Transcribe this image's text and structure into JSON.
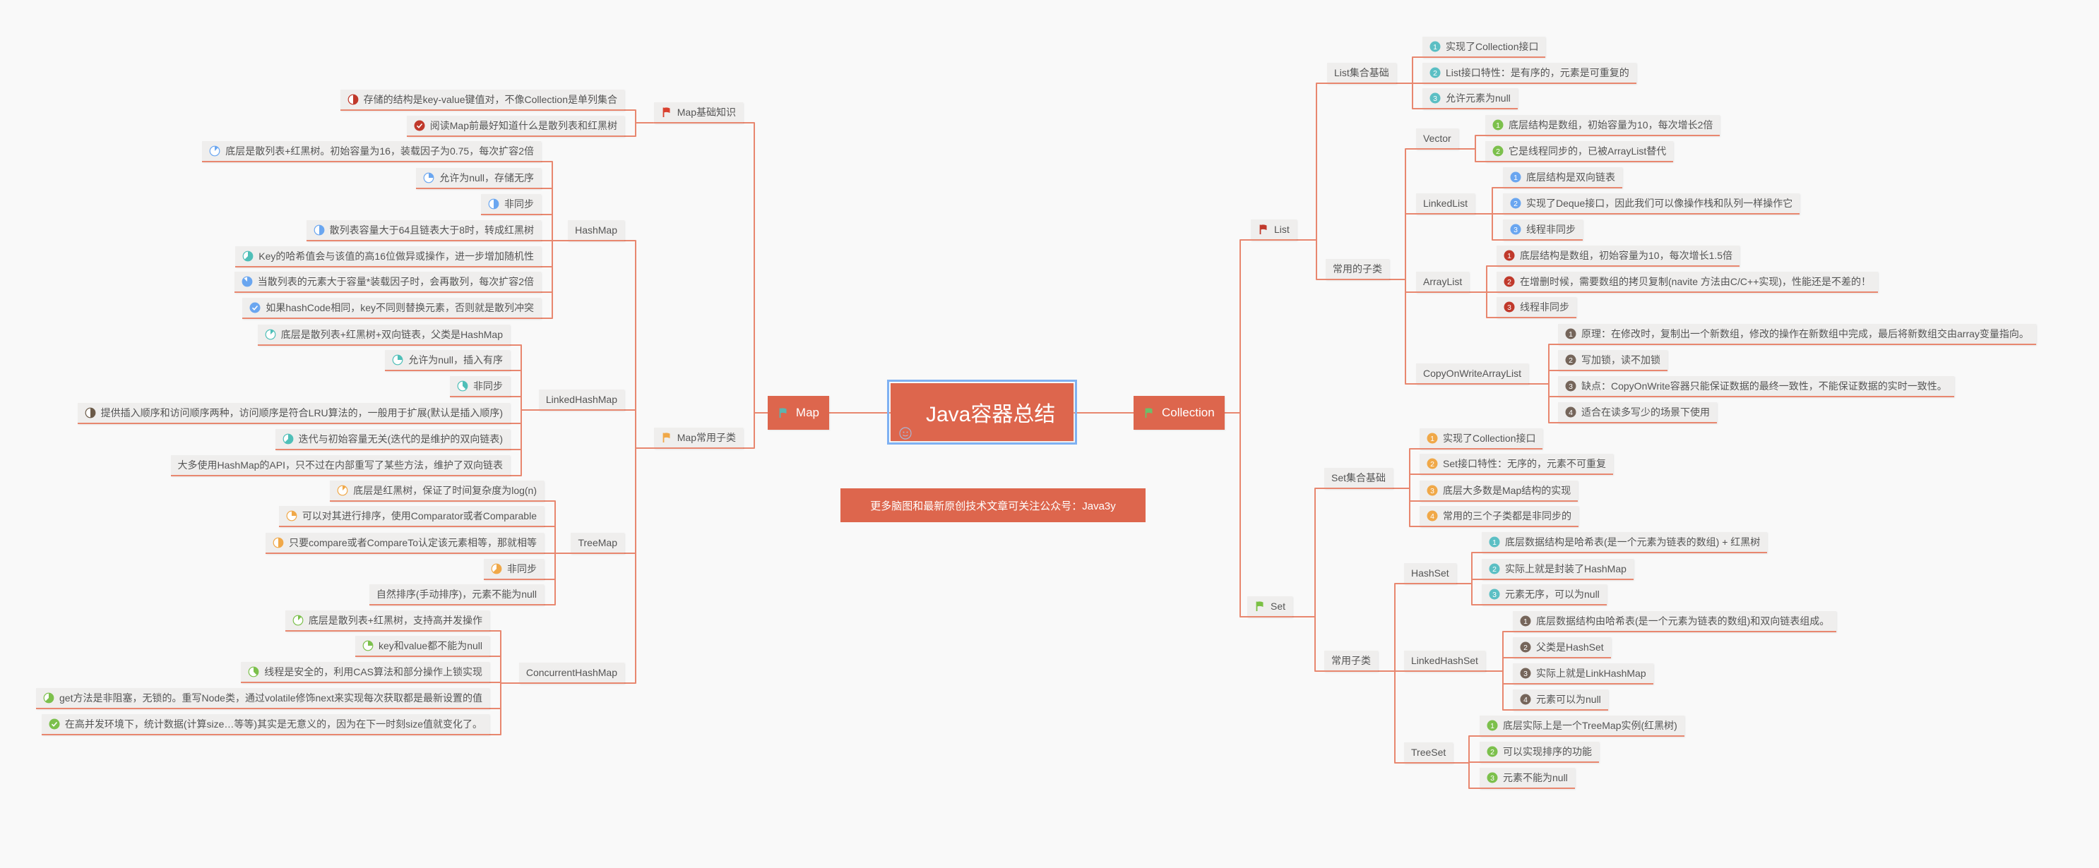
{
  "mind_map": {
    "root": {
      "label": "Java容器总结",
      "icon": {
        "type": "smiley",
        "color": "#a9b7d6"
      }
    },
    "banner": "更多脑图和最新原创技术文章可关注公众号：Java3y",
    "colors": {
      "main": "#dd664d",
      "topic_bg": "#efeeed",
      "line": "#e8876f",
      "selection": "#7fb1f2"
    },
    "branches": [
      {
        "label": "Map",
        "icon": {
          "type": "flag",
          "color": "#5bb5b0"
        },
        "children": [
          {
            "label": "Map基础知识",
            "icon": {
              "type": "flag",
              "color": "#d9412f"
            },
            "children": [
              {
                "label": "存储的结构是key-value键值对，不像Collection是单列集合",
                "icon": {
                  "type": "pie",
                  "value": 0.5,
                  "color": "#c0392b"
                }
              },
              {
                "label": "阅读Map前最好知道什么是散列表和红黑树",
                "icon": {
                  "type": "check",
                  "color": "#c0392b"
                }
              }
            ]
          },
          {
            "label": "Map常用子类",
            "icon": {
              "type": "flag",
              "color": "#f0a848"
            },
            "children": [
              {
                "label": "HashMap",
                "children": [
                  {
                    "label": "底层是散列表+红黑树。初始容量为16，装载因子为0.75，每次扩容2倍",
                    "icon": {
                      "type": "pie",
                      "value": 0.125,
                      "color": "#6aa6f0"
                    }
                  },
                  {
                    "label": "允许为null，存储无序",
                    "icon": {
                      "type": "pie",
                      "value": 0.25,
                      "color": "#6aa6f0"
                    }
                  },
                  {
                    "label": "非同步",
                    "icon": {
                      "type": "pie",
                      "value": 0.5,
                      "color": "#6aa6f0"
                    }
                  },
                  {
                    "label": "散列表容量大于64且链表大于8时，转成红黑树",
                    "icon": {
                      "type": "pie",
                      "value": 0.5,
                      "color": "#6aa6f0"
                    }
                  },
                  {
                    "label": "Key的哈希值会与该值的高16位做异或操作，进一步增加随机性",
                    "icon": {
                      "type": "pie",
                      "value": 0.625,
                      "color": "#4fbfb8"
                    }
                  },
                  {
                    "label": "当散列表的元素大于容量*装载因子时，会再散列，每次扩容2倍",
                    "icon": {
                      "type": "pie",
                      "value": 0.875,
                      "color": "#6aa6f0"
                    }
                  },
                  {
                    "label": "如果hashCode相同，key不同则替换元素，否则就是散列冲突",
                    "icon": {
                      "type": "check",
                      "color": "#6aa6f0"
                    }
                  }
                ]
              },
              {
                "label": "LinkedHashMap",
                "children": [
                  {
                    "label": "底层是散列表+红黑树+双向链表，父类是HashMap",
                    "icon": {
                      "type": "pie",
                      "value": 0.125,
                      "color": "#4fbfb8"
                    }
                  },
                  {
                    "label": "允许为null，插入有序",
                    "icon": {
                      "type": "pie",
                      "value": 0.25,
                      "color": "#4fbfb8"
                    }
                  },
                  {
                    "label": "非同步",
                    "icon": {
                      "type": "pie",
                      "value": 0.375,
                      "color": "#4fbfb8"
                    }
                  },
                  {
                    "label": "提供插入顺序和访问顺序两种，访问顺序是符合LRU算法的，一般用于扩展(默认是插入顺序)",
                    "icon": {
                      "type": "pie",
                      "value": 0.5,
                      "color": "#6b5a48"
                    }
                  },
                  {
                    "label": "迭代与初始容量无关(迭代的是维护的双向链表)",
                    "icon": {
                      "type": "pie",
                      "value": 0.625,
                      "color": "#4fbfb8"
                    }
                  },
                  {
                    "label": "大多使用HashMap的API，只不过在内部重写了某些方法，维护了双向链表"
                  }
                ]
              },
              {
                "label": "TreeMap",
                "children": [
                  {
                    "label": "底层是红黑树，保证了时间复杂度为log(n)",
                    "icon": {
                      "type": "pie",
                      "value": 0.125,
                      "color": "#f0a848"
                    }
                  },
                  {
                    "label": "可以对其进行排序，使用Comparator或者Comparable",
                    "icon": {
                      "type": "pie",
                      "value": 0.25,
                      "color": "#f0a848"
                    }
                  },
                  {
                    "label": "只要compare或者CompareTo认定该元素相等，那就相等",
                    "icon": {
                      "type": "pie",
                      "value": 0.5,
                      "color": "#f0a848"
                    }
                  },
                  {
                    "label": "非同步",
                    "icon": {
                      "type": "pie",
                      "value": 0.625,
                      "color": "#f0a848"
                    }
                  },
                  {
                    "label": "自然排序(手动排序)，元素不能为null"
                  }
                ]
              },
              {
                "label": "ConcurrentHashMap",
                "children": [
                  {
                    "label": "底层是散列表+红黑树，支持高并发操作",
                    "icon": {
                      "type": "pie",
                      "value": 0.125,
                      "color": "#7cc04c"
                    }
                  },
                  {
                    "label": "key和value都不能为null",
                    "icon": {
                      "type": "pie",
                      "value": 0.25,
                      "color": "#7cc04c"
                    }
                  },
                  {
                    "label": "线程是安全的，利用CAS算法和部分操作上锁实现",
                    "icon": {
                      "type": "pie",
                      "value": 0.375,
                      "color": "#7cc04c"
                    }
                  },
                  {
                    "label": "get方法是非阻塞，无锁的。重写Node类，通过volatile修饰next来实现每次获取都是最新设置的值",
                    "icon": {
                      "type": "pie",
                      "value": 0.625,
                      "color": "#7cc04c"
                    }
                  },
                  {
                    "label": "在高并发环境下，统计数据(计算size…等等)其实是无意义的，因为在下一时刻size值就变化了。",
                    "icon": {
                      "type": "check",
                      "color": "#7cc04c"
                    }
                  }
                ]
              }
            ]
          }
        ]
      },
      {
        "label": "Collection",
        "icon": {
          "type": "flag",
          "color": "#6cbf6a"
        },
        "children": [
          {
            "label": "List",
            "icon": {
              "type": "flag",
              "color": "#c0392b"
            },
            "children": [
              {
                "label": "List集合基础",
                "children": [
                  {
                    "label": "实现了Collection接口",
                    "icon": {
                      "type": "num",
                      "value": "1",
                      "color": "#5bbfc4"
                    }
                  },
                  {
                    "label": "List接口特性：是有序的，元素是可重复的",
                    "icon": {
                      "type": "num",
                      "value": "2",
                      "color": "#5bbfc4"
                    }
                  },
                  {
                    "label": "允许元素为null",
                    "icon": {
                      "type": "num",
                      "value": "3",
                      "color": "#5bbfc4"
                    }
                  }
                ]
              },
              {
                "label": "常用的子类",
                "children": [
                  {
                    "label": "Vector",
                    "children": [
                      {
                        "label": "底层结构是数组，初始容量为10，每次增长2倍",
                        "icon": {
                          "type": "num",
                          "value": "1",
                          "color": "#7cc04c"
                        }
                      },
                      {
                        "label": "它是线程同步的，已被ArrayList替代",
                        "icon": {
                          "type": "num",
                          "value": "2",
                          "color": "#7cc04c"
                        }
                      }
                    ]
                  },
                  {
                    "label": "LinkedList",
                    "children": [
                      {
                        "label": "底层结构是双向链表",
                        "icon": {
                          "type": "num",
                          "value": "1",
                          "color": "#6aa6f0"
                        }
                      },
                      {
                        "label": "实现了Deque接口，因此我们可以像操作栈和队列一样操作它",
                        "icon": {
                          "type": "num",
                          "value": "2",
                          "color": "#6aa6f0"
                        }
                      },
                      {
                        "label": "线程非同步",
                        "icon": {
                          "type": "num",
                          "value": "3",
                          "color": "#6aa6f0"
                        }
                      }
                    ]
                  },
                  {
                    "label": "ArrayList",
                    "children": [
                      {
                        "label": "底层结构是数组，初始容量为10，每次增长1.5倍",
                        "icon": {
                          "type": "num",
                          "value": "1",
                          "color": "#c0392b"
                        }
                      },
                      {
                        "label": "在增删时候，需要数组的拷贝复制(navite 方法由C/C++实现)，性能还是不差的！",
                        "icon": {
                          "type": "num",
                          "value": "2",
                          "color": "#c0392b"
                        }
                      },
                      {
                        "label": "线程非同步",
                        "icon": {
                          "type": "num",
                          "value": "3",
                          "color": "#c0392b"
                        }
                      }
                    ]
                  },
                  {
                    "label": "CopyOnWriteArrayList",
                    "children": [
                      {
                        "label": "原理：在修改时，复制出一个新数组，修改的操作在新数组中完成，最后将新数组交由array变量指向。",
                        "icon": {
                          "type": "num",
                          "value": "1",
                          "color": "#75655a"
                        }
                      },
                      {
                        "label": "写加锁，读不加锁",
                        "icon": {
                          "type": "num",
                          "value": "2",
                          "color": "#75655a"
                        }
                      },
                      {
                        "label": "缺点：CopyOnWrite容器只能保证数据的最终一致性，不能保证数据的实时一致性。",
                        "icon": {
                          "type": "num",
                          "value": "3",
                          "color": "#75655a"
                        }
                      },
                      {
                        "label": "适合在读多写少的场景下使用",
                        "icon": {
                          "type": "num",
                          "value": "4",
                          "color": "#75655a"
                        }
                      }
                    ]
                  }
                ]
              }
            ]
          },
          {
            "label": "Set",
            "icon": {
              "type": "flag",
              "color": "#7ac043"
            },
            "children": [
              {
                "label": "Set集合基础",
                "children": [
                  {
                    "label": "实现了Collection接口",
                    "icon": {
                      "type": "num",
                      "value": "1",
                      "color": "#f0a848"
                    }
                  },
                  {
                    "label": "Set接口特性：无序的，元素不可重复",
                    "icon": {
                      "type": "num",
                      "value": "2",
                      "color": "#f0a848"
                    }
                  },
                  {
                    "label": "底层大多数是Map结构的实现",
                    "icon": {
                      "type": "num",
                      "value": "3",
                      "color": "#f0a848"
                    }
                  },
                  {
                    "label": "常用的三个子类都是非同步的",
                    "icon": {
                      "type": "num",
                      "value": "4",
                      "color": "#f0a848"
                    }
                  }
                ]
              },
              {
                "label": "常用子类",
                "children": [
                  {
                    "label": "HashSet",
                    "children": [
                      {
                        "label": "底层数据结构是哈希表(是一个元素为链表的数组) + 红黑树",
                        "icon": {
                          "type": "num",
                          "value": "1",
                          "color": "#5bbfc4"
                        }
                      },
                      {
                        "label": "实际上就是封装了HashMap",
                        "icon": {
                          "type": "num",
                          "value": "2",
                          "color": "#5bbfc4"
                        }
                      },
                      {
                        "label": "元素无序，可以为null",
                        "icon": {
                          "type": "num",
                          "value": "3",
                          "color": "#5bbfc4"
                        }
                      }
                    ]
                  },
                  {
                    "label": "LinkedHashSet",
                    "children": [
                      {
                        "label": "底层数据结构由哈希表(是一个元素为链表的数组)和双向链表组成。",
                        "icon": {
                          "type": "num",
                          "value": "1",
                          "color": "#75655a"
                        }
                      },
                      {
                        "label": "父类是HashSet",
                        "icon": {
                          "type": "num",
                          "value": "2",
                          "color": "#75655a"
                        }
                      },
                      {
                        "label": "实际上就是LinkHashMap",
                        "icon": {
                          "type": "num",
                          "value": "3",
                          "color": "#75655a"
                        }
                      },
                      {
                        "label": "元素可以为null",
                        "icon": {
                          "type": "num",
                          "value": "4",
                          "color": "#75655a"
                        }
                      }
                    ]
                  },
                  {
                    "label": "TreeSet",
                    "children": [
                      {
                        "label": "底层实际上是一个TreeMap实例(红黑树)",
                        "icon": {
                          "type": "num",
                          "value": "1",
                          "color": "#7cc04c"
                        }
                      },
                      {
                        "label": "可以实现排序的功能",
                        "icon": {
                          "type": "num",
                          "value": "2",
                          "color": "#7cc04c"
                        }
                      },
                      {
                        "label": "元素不能为null",
                        "icon": {
                          "type": "num",
                          "value": "3",
                          "color": "#7cc04c"
                        }
                      }
                    ]
                  }
                ]
              }
            ]
          }
        ]
      }
    ]
  }
}
